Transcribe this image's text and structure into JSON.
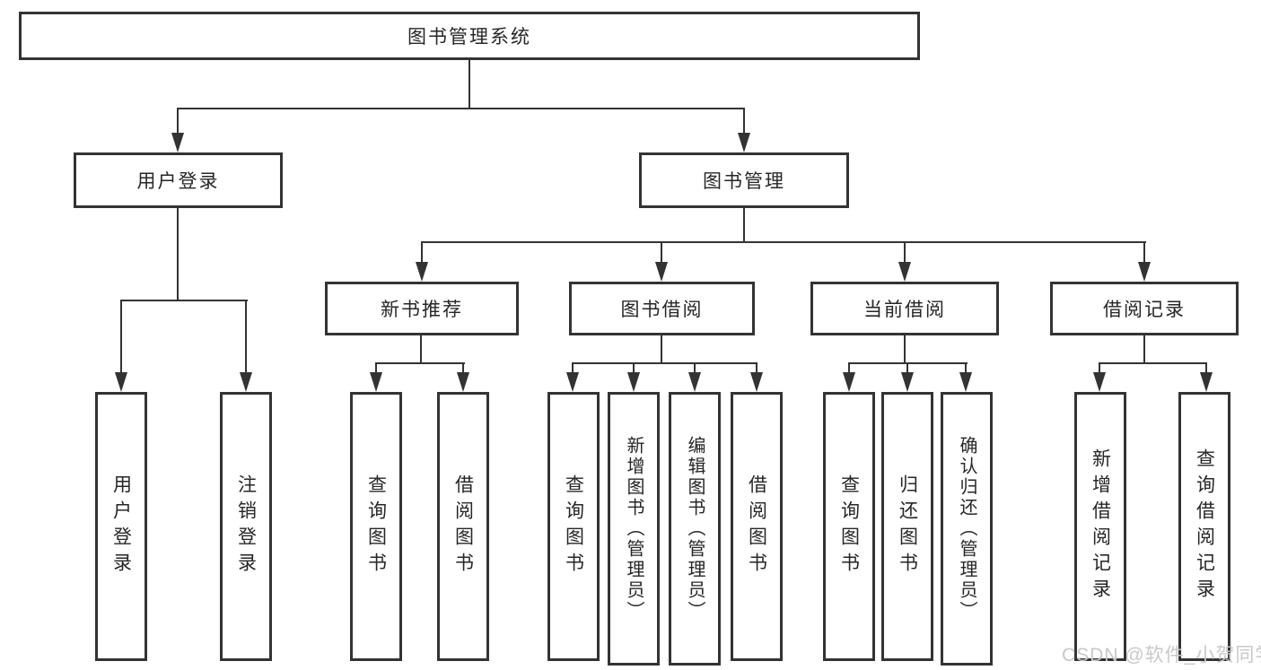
{
  "diagram": {
    "root": "图书管理系统",
    "level2": {
      "user_login": "用户登录",
      "book_management": "图书管理"
    },
    "level3": {
      "new_book": "新书推荐",
      "book_borrow": "图书借阅",
      "current_borrow": "当前借阅",
      "borrow_record": "借阅记录"
    },
    "leaves": {
      "user_login": [
        "用户登录",
        "注销登录"
      ],
      "new_book": [
        "查询图书",
        "借阅图书"
      ],
      "book_borrow": [
        "查询图书",
        "新增图书（管理员）",
        "编辑图书（管理员）",
        "借阅图书"
      ],
      "current_borrow": [
        "查询图书",
        "归还图书",
        "确认归还（管理员）"
      ],
      "borrow_record": [
        "新增借阅记录",
        "查询借阅记录"
      ]
    }
  },
  "watermark": "CSDN @软件_小贺同学",
  "colors": {
    "line": "#333333",
    "text": "#262626",
    "background": "#ffffff",
    "watermark": "#c8c8c8"
  }
}
